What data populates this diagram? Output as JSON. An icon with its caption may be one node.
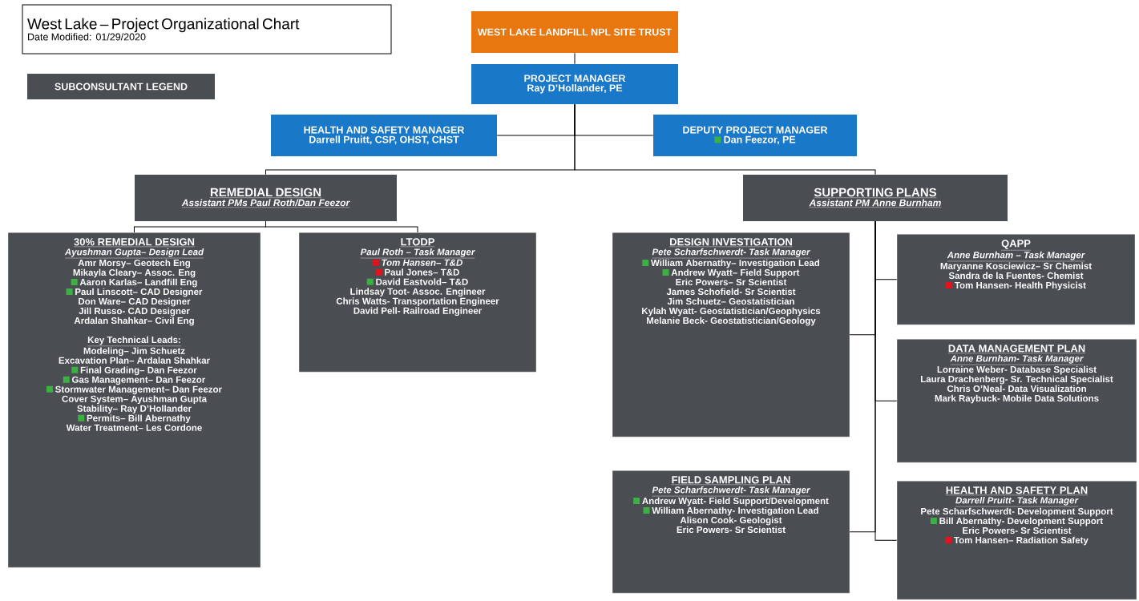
{
  "diagram": {
    "nodes": [
      {
        "text": [
          "West Lake – Project Organizational Chart",
          "Date Modified: 01/29/2020"
        ]
      },
      {
        "text": [
          "SUBCONSULTANT LEGEND"
        ]
      },
      {
        "text": [
          "WEST LAKE LANDFILL NPL SITE TRUST"
        ]
      },
      {
        "text": [
          "PROJECT MANAGER",
          "Ray D’Hollander, PE"
        ]
      },
      {
        "text": [
          "HEALTH AND SAFETY MANAGER",
          "Darrell Pruitt, CSP, OHST, CHST"
        ]
      },
      {
        "text": [
          "DEPUTY PROJECT MANAGER",
          "Dan Feezor, PE"
        ]
      },
      {
        "text": [
          "REMEDIAL DESIGN",
          "Assistant PMs Paul Roth/Dan Feezor"
        ]
      },
      {
        "text": [
          "SUPPORTING PLANS",
          "Assistant PM Anne Burnham"
        ]
      },
      {
        "text": [
          "30% REMEDIAL DESIGN",
          "Ayushman Gupta– Design Lead",
          "Amr Morsy– Geotech Eng",
          "Mikayla Cleary– Assoc. Eng",
          "Aaron Karlas– Landfill Eng",
          "Paul Linscott– CAD Designer",
          "Don Ware– CAD Designer",
          "Jill Russo- CAD Designer",
          "Ardalan Shahkar– Civil Eng",
          "Key Technical Leads:",
          "Modeling– Jim Schuetz",
          "Excavation Plan– Ardalan Shahkar",
          "Final Grading– Dan Feezor",
          "Gas Management– Dan Feezor",
          "Stormwater Management– Dan Feezor",
          "Cover System– Ayushman Gupta",
          "Stability– Ray D’Hollander",
          "Permits– Bill Abernathy",
          "Water Treatment– Les Cordone"
        ]
      },
      {
        "text": [
          "LTODP",
          "Paul Roth – Task Manager",
          "Tom Hansen– T&D",
          "Paul Jones– T&D",
          "David Eastvold– T&D",
          "Lindsay Toot- Assoc. Engineer",
          "Chris Watts- Transportation Engineer",
          "David Pell- Railroad Engineer"
        ]
      },
      {
        "text": [
          "DESIGN INVESTIGATION",
          "Pete Scharfschwerdt- Task Manager",
          "William Abernathy– Investigation Lead",
          "Andrew Wyatt– Field Support",
          "Eric Powers– Sr Scientist",
          "James Schofield- Sr Scientist",
          "Jim Schuetz– Geostatistician",
          "Kylah Wyatt- Geostatistician/Geophysics",
          "Melanie Beck- Geostatistician/Geology"
        ]
      },
      {
        "text": [
          "FIELD SAMPLING PLAN",
          "Pete Scharfschwerdt- Task Manager",
          "Andrew Wyatt- Field Support/Development",
          "William Abernathy- Investigation Lead",
          "Alison Cook- Geologist",
          "Eric Powers- Sr Scientist"
        ]
      },
      {
        "text": [
          "QAPP",
          "Anne Burnham – Task Manager",
          "Maryanne Kosciewicz– Sr Chemist",
          "Sandra de la Fuentes- Chemist",
          "Tom Hansen- Health Physicist"
        ]
      },
      {
        "text": [
          "DATA MANAGEMENT PLAN",
          "Anne Burnham- Task Manager",
          "Lorraine Weber- Database Specialist",
          "Laura Drachenberg- Sr. Technical Specialist",
          "Chris O’Neal- Data Visualization",
          "Mark Raybuck- Mobile Data Solutions"
        ]
      },
      {
        "text": [
          "HEALTH AND SAFETY PLAN",
          "Darrell Pruitt- Task Manager",
          "Pete Scharfschwerdt- Development Support",
          "Bill Abernathy- Development Support",
          "Eric Powers- Sr Scientist",
          "Tom Hansen– Radiation Safety"
        ]
      }
    ],
    "edges": [
      {
        "from": 2,
        "to": 3,
        "arrow": "none"
      },
      {
        "from": 3,
        "to": 4,
        "arrow": "none"
      },
      {
        "from": 3,
        "to": 5,
        "arrow": "none"
      },
      {
        "from": 3,
        "to": 6,
        "arrow": "none"
      },
      {
        "from": 3,
        "to": 7,
        "arrow": "none"
      },
      {
        "from": 6,
        "to": 8,
        "arrow": "none"
      },
      {
        "from": 6,
        "to": 9,
        "arrow": "none"
      },
      {
        "from": 7,
        "to": 10,
        "arrow": "none"
      },
      {
        "from": 7,
        "to": 11,
        "arrow": "none"
      },
      {
        "from": 7,
        "to": 12,
        "arrow": "none"
      },
      {
        "from": 7,
        "to": 13,
        "arrow": "none"
      },
      {
        "from": 7,
        "to": 14,
        "arrow": "none"
      }
    ]
  }
}
